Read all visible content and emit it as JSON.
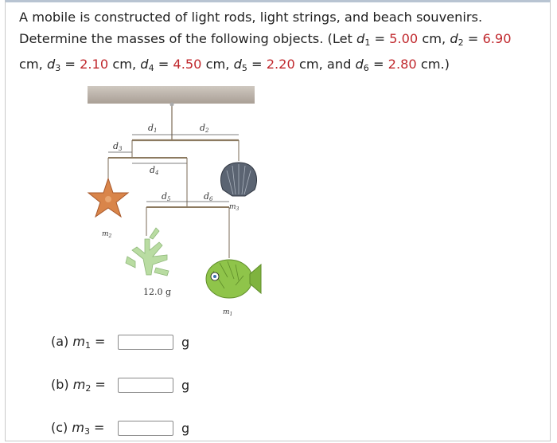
{
  "problem": {
    "line1": "A mobile is constructed of light rods, light strings, and beach souvenirs.",
    "line2_prefix": "Determine the masses of the following objects. (Let ",
    "d1_label": "d",
    "d1_sub": "1",
    "d1_val": "5.00",
    "d2_label": "d",
    "d2_sub": "2",
    "d2_val": "6.90",
    "d3_label": "d",
    "d3_sub": "3",
    "d3_val": "2.10",
    "d4_label": "d",
    "d4_sub": "4",
    "d4_val": "4.50",
    "d5_label": "d",
    "d5_sub": "5",
    "d5_val": "2.20",
    "d6_label": "d",
    "d6_sub": "6",
    "d6_val": "2.80",
    "unit_cm": "cm",
    "eq": " = ",
    "comma": ", ",
    "and": ", and ",
    "close": " cm.)"
  },
  "figure": {
    "labels": {
      "d1": "d",
      "d1_sub": "1",
      "d2": "d",
      "d2_sub": "2",
      "d3": "d",
      "d3_sub": "3",
      "d4": "d",
      "d4_sub": "4",
      "d5": "d",
      "d5_sub": "5",
      "d6": "d",
      "d6_sub": "6",
      "m1": "m",
      "m1_sub": "1",
      "m2": "m",
      "m2_sub": "2",
      "m3": "m",
      "m3_sub": "3",
      "coral_mass": "12.0 g"
    }
  },
  "answers": [
    {
      "label_prefix": "(a) ",
      "var": "m",
      "sub": "1",
      "eq": " = ",
      "value": "",
      "unit": "g"
    },
    {
      "label_prefix": "(b) ",
      "var": "m",
      "sub": "2",
      "eq": " = ",
      "value": "",
      "unit": "g"
    },
    {
      "label_prefix": "(c) ",
      "var": "m",
      "sub": "3",
      "eq": " = ",
      "value": "",
      "unit": "g"
    }
  ],
  "colors": {
    "given_value": "#c0282d",
    "ceiling": "#bdb5ad",
    "rod": "#8c7a60",
    "starfish": "#d9854a",
    "shell": "#5b6472",
    "coral": "#b9dca2",
    "fish": "#8fc44a"
  }
}
